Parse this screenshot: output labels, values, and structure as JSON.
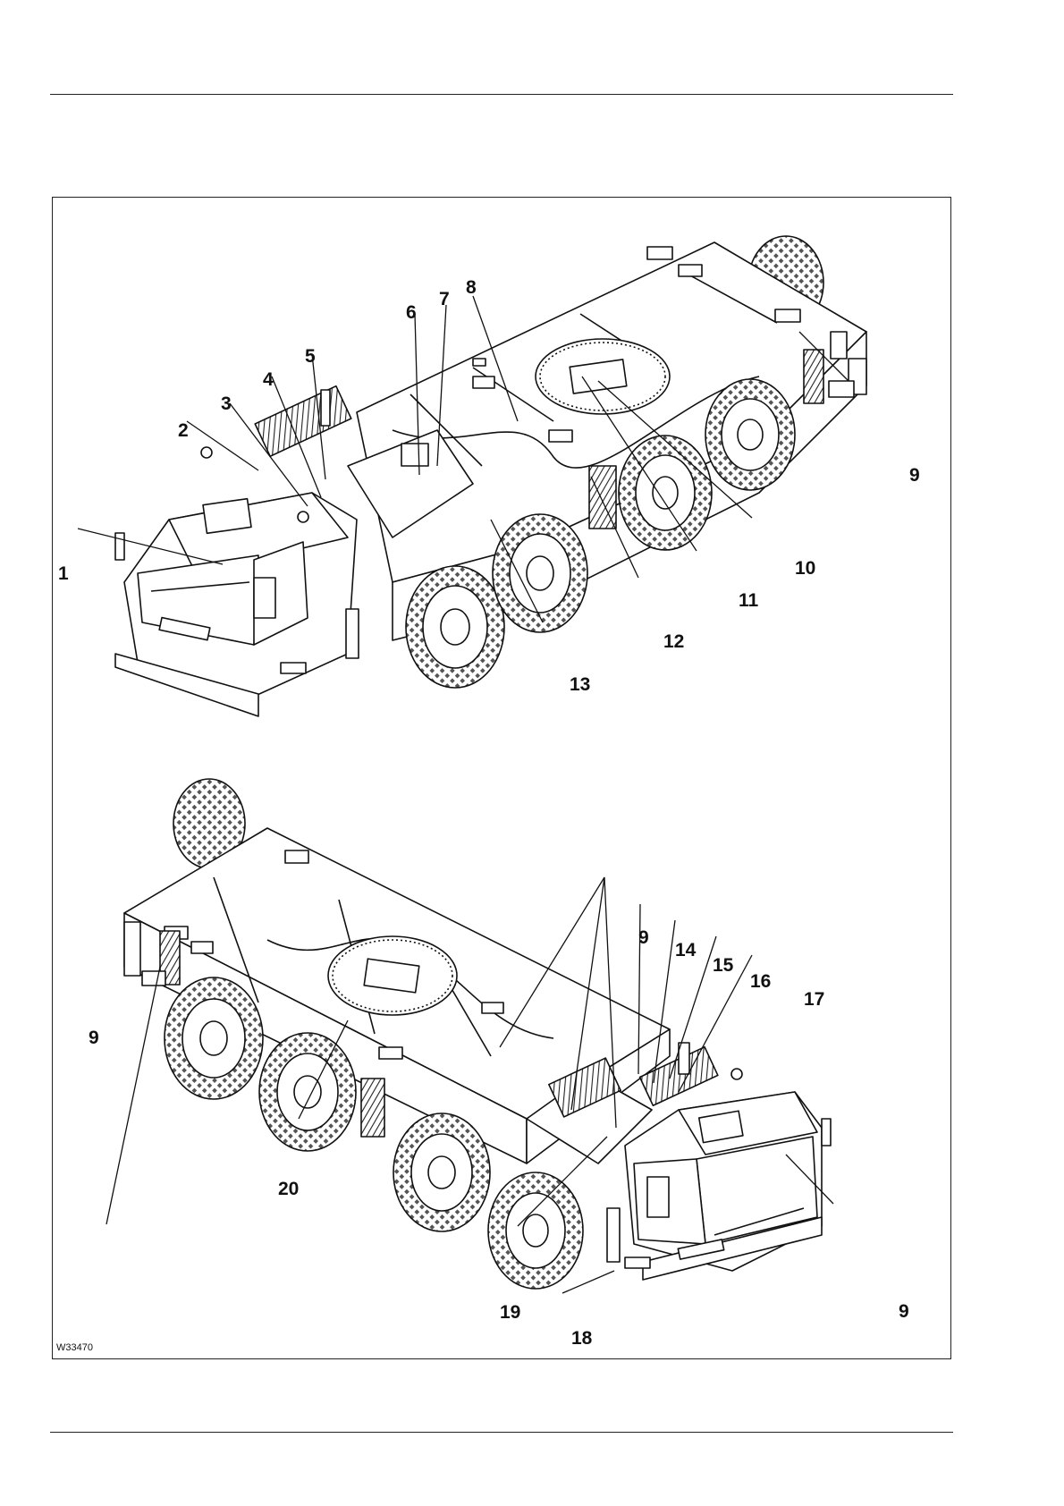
{
  "figure": {
    "id": "W33470",
    "top_view_callouts": [
      "1",
      "2",
      "3",
      "4",
      "5",
      "6",
      "7",
      "8",
      "9",
      "10",
      "11",
      "12",
      "13"
    ],
    "bottom_view_callouts": [
      "9",
      "9",
      "9",
      "14",
      "15",
      "16",
      "17",
      "9",
      "19",
      "18",
      "20"
    ],
    "labels": {
      "c1": "1",
      "c2": "2",
      "c3": "3",
      "c4": "4",
      "c5": "5",
      "c6": "6",
      "c7": "7",
      "c8": "8",
      "c9a": "9",
      "c10": "10",
      "c11": "11",
      "c12": "12",
      "c13": "13",
      "c9b": "9",
      "c9c": "9",
      "c14": "14",
      "c15": "15",
      "c16": "16",
      "c17": "17",
      "c9d": "9",
      "c19": "19",
      "c18": "18",
      "c20": "20"
    }
  },
  "colors": {
    "ink": "#111111",
    "paper": "#ffffff",
    "tread": "#555555"
  },
  "icons": [
    "crane-carrier-top-view",
    "crane-carrier-rear-view"
  ]
}
